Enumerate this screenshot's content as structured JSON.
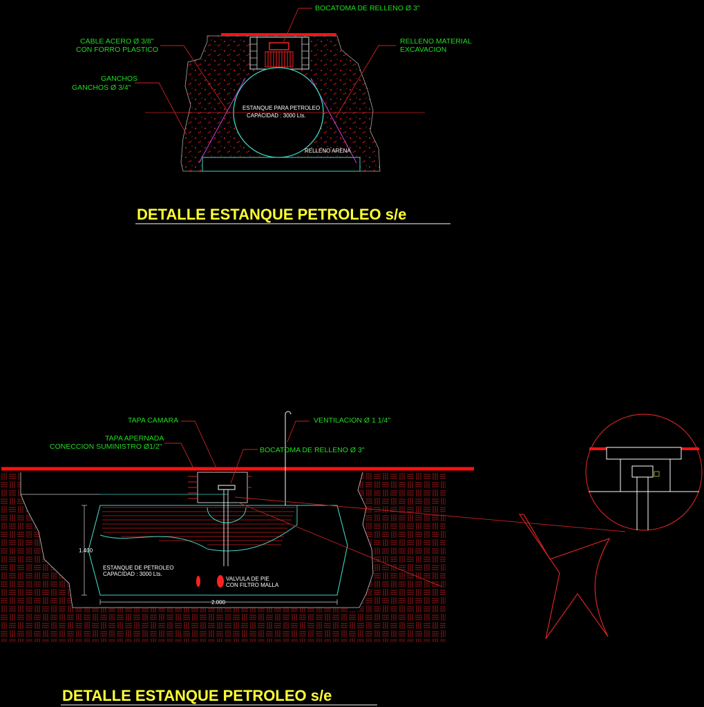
{
  "top_detail": {
    "title": "DETALLE ESTANQUE PETROLEO s/e",
    "labels": {
      "bocatoma": "BOCATOMA DE RELLENO Ø 3\"",
      "cable_1": "CABLE ACERO  Ø  3/8\"",
      "cable_2": "CON FORRO PLASTICO",
      "relleno_1": "RELLENO MATERIAL",
      "relleno_2": "EXCAVACION",
      "ganchos_1": "GANCHOS",
      "ganchos_2": "GANCHOS  Ø  3/4\"",
      "tank_1": "ESTANQUE PARA PETROLEO",
      "tank_2": "CAPACIDAD  :  3000 Lts.",
      "arena": "RELLENO ARENA"
    }
  },
  "bottom_detail": {
    "title": "DETALLE ESTANQUE PETROLEO s/e",
    "labels": {
      "tapa_camara": "TAPA CAMARA",
      "ventilacion": "VENTILACION Ø 1 1/4\"",
      "tapa_apernada": "TAPA APERNADA",
      "conexion": "CONECCION SUMINISTRO Ø1/2\"",
      "bocatoma": "BOCATOMA DE RELLENO Ø 3\"",
      "tank_1": "ESTANQUE DE PETROLEO",
      "tank_2": "CAPACIDAD  :  3000 Lts.",
      "valvula_1": "VALVULA DE PIE",
      "valvula_2": "CON FILTRO MALLA",
      "dim_height": "1.400",
      "dim_width": "2.000"
    }
  },
  "colors": {
    "background": "#000000",
    "label": "#22dd22",
    "title": "#ffff33",
    "ground_line": "#ff1111",
    "soil": "#b81c1c",
    "tank": "#3fd6c6",
    "leader": "#cc2222"
  }
}
